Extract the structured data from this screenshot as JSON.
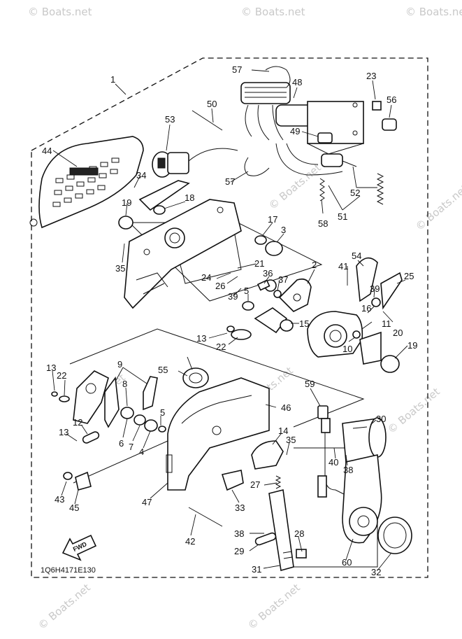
{
  "drawing_code": "1Q6H4171E130",
  "fwd_label": "FWD",
  "watermarks": [
    "© Boats.net",
    "© Boats.net",
    "© Boats.net",
    "© Boats.net",
    "© Boats.net",
    "© Boats.net",
    "© Boats.net",
    "© Boats.net",
    "© Boats.net",
    "© Boats.net"
  ],
  "callouts": [
    "1",
    "57",
    "48",
    "23",
    "56",
    "50",
    "53",
    "49",
    "44",
    "34",
    "57",
    "52",
    "19",
    "18",
    "58",
    "51",
    "17",
    "3",
    "35",
    "21",
    "2",
    "54",
    "41",
    "25",
    "36",
    "24",
    "26",
    "39",
    "37",
    "39",
    "5",
    "16",
    "15",
    "20",
    "13",
    "22",
    "11",
    "10",
    "19",
    "13",
    "22",
    "9",
    "55",
    "8",
    "59",
    "46",
    "30",
    "12",
    "5",
    "6",
    "7",
    "4",
    "13",
    "14",
    "35",
    "40",
    "38",
    "27",
    "43",
    "45",
    "47",
    "33",
    "42",
    "38",
    "28",
    "29",
    "60",
    "31",
    "32"
  ],
  "colors": {
    "line": "#111111",
    "watermark": "#c9c9c9",
    "background": "#ffffff"
  }
}
